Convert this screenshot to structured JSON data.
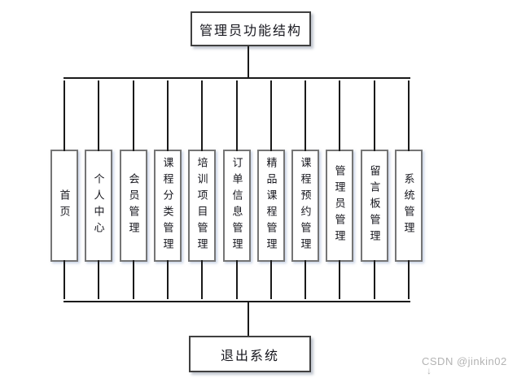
{
  "diagram": {
    "root": "管理员功能结构",
    "children": [
      "首页",
      "个人中心",
      "会员管理",
      "课程分类管理",
      "培训项目管理",
      "订单信息管理",
      "精品课程管理",
      "课程预约管理",
      "管理员管理",
      "留言板管理",
      "系统管理"
    ],
    "exit": "退出系统"
  },
  "watermark": {
    "text": "CSDN @jinkin02",
    "arrow": "↓"
  },
  "colors": {
    "line": "#1a1a1a",
    "function_box_border": "#757575",
    "root_box_border": "#404040",
    "text": "#16161d",
    "watermark": "#b3b3b3"
  }
}
